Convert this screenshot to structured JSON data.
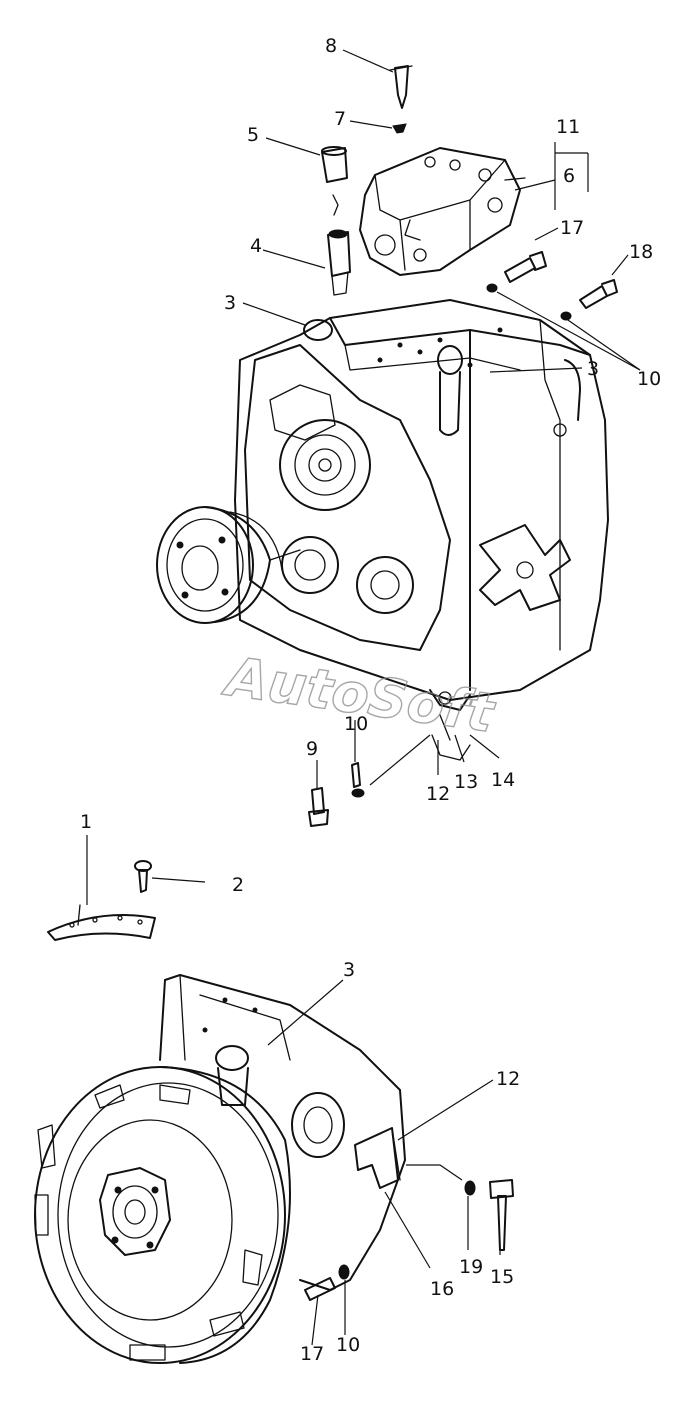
{
  "watermark": "AutoSoft",
  "callouts": {
    "c1": "1",
    "c2": "2",
    "c3a": "3",
    "c3b": "3",
    "c3c": "3",
    "c4": "4",
    "c5": "5",
    "c6": "6",
    "c7": "7",
    "c8": "8",
    "c9": "9",
    "c10a": "10",
    "c10b": "10",
    "c10c": "10",
    "c11": "11",
    "c12a": "12",
    "c12b": "12",
    "c13": "13",
    "c14": "14",
    "c15": "15",
    "c16": "16",
    "c17a": "17",
    "c17b": "17",
    "c18": "18",
    "c19": "19"
  },
  "colors": {
    "ink": "#111111",
    "paper": "#ffffff",
    "watermark": "#8a8a8a"
  }
}
